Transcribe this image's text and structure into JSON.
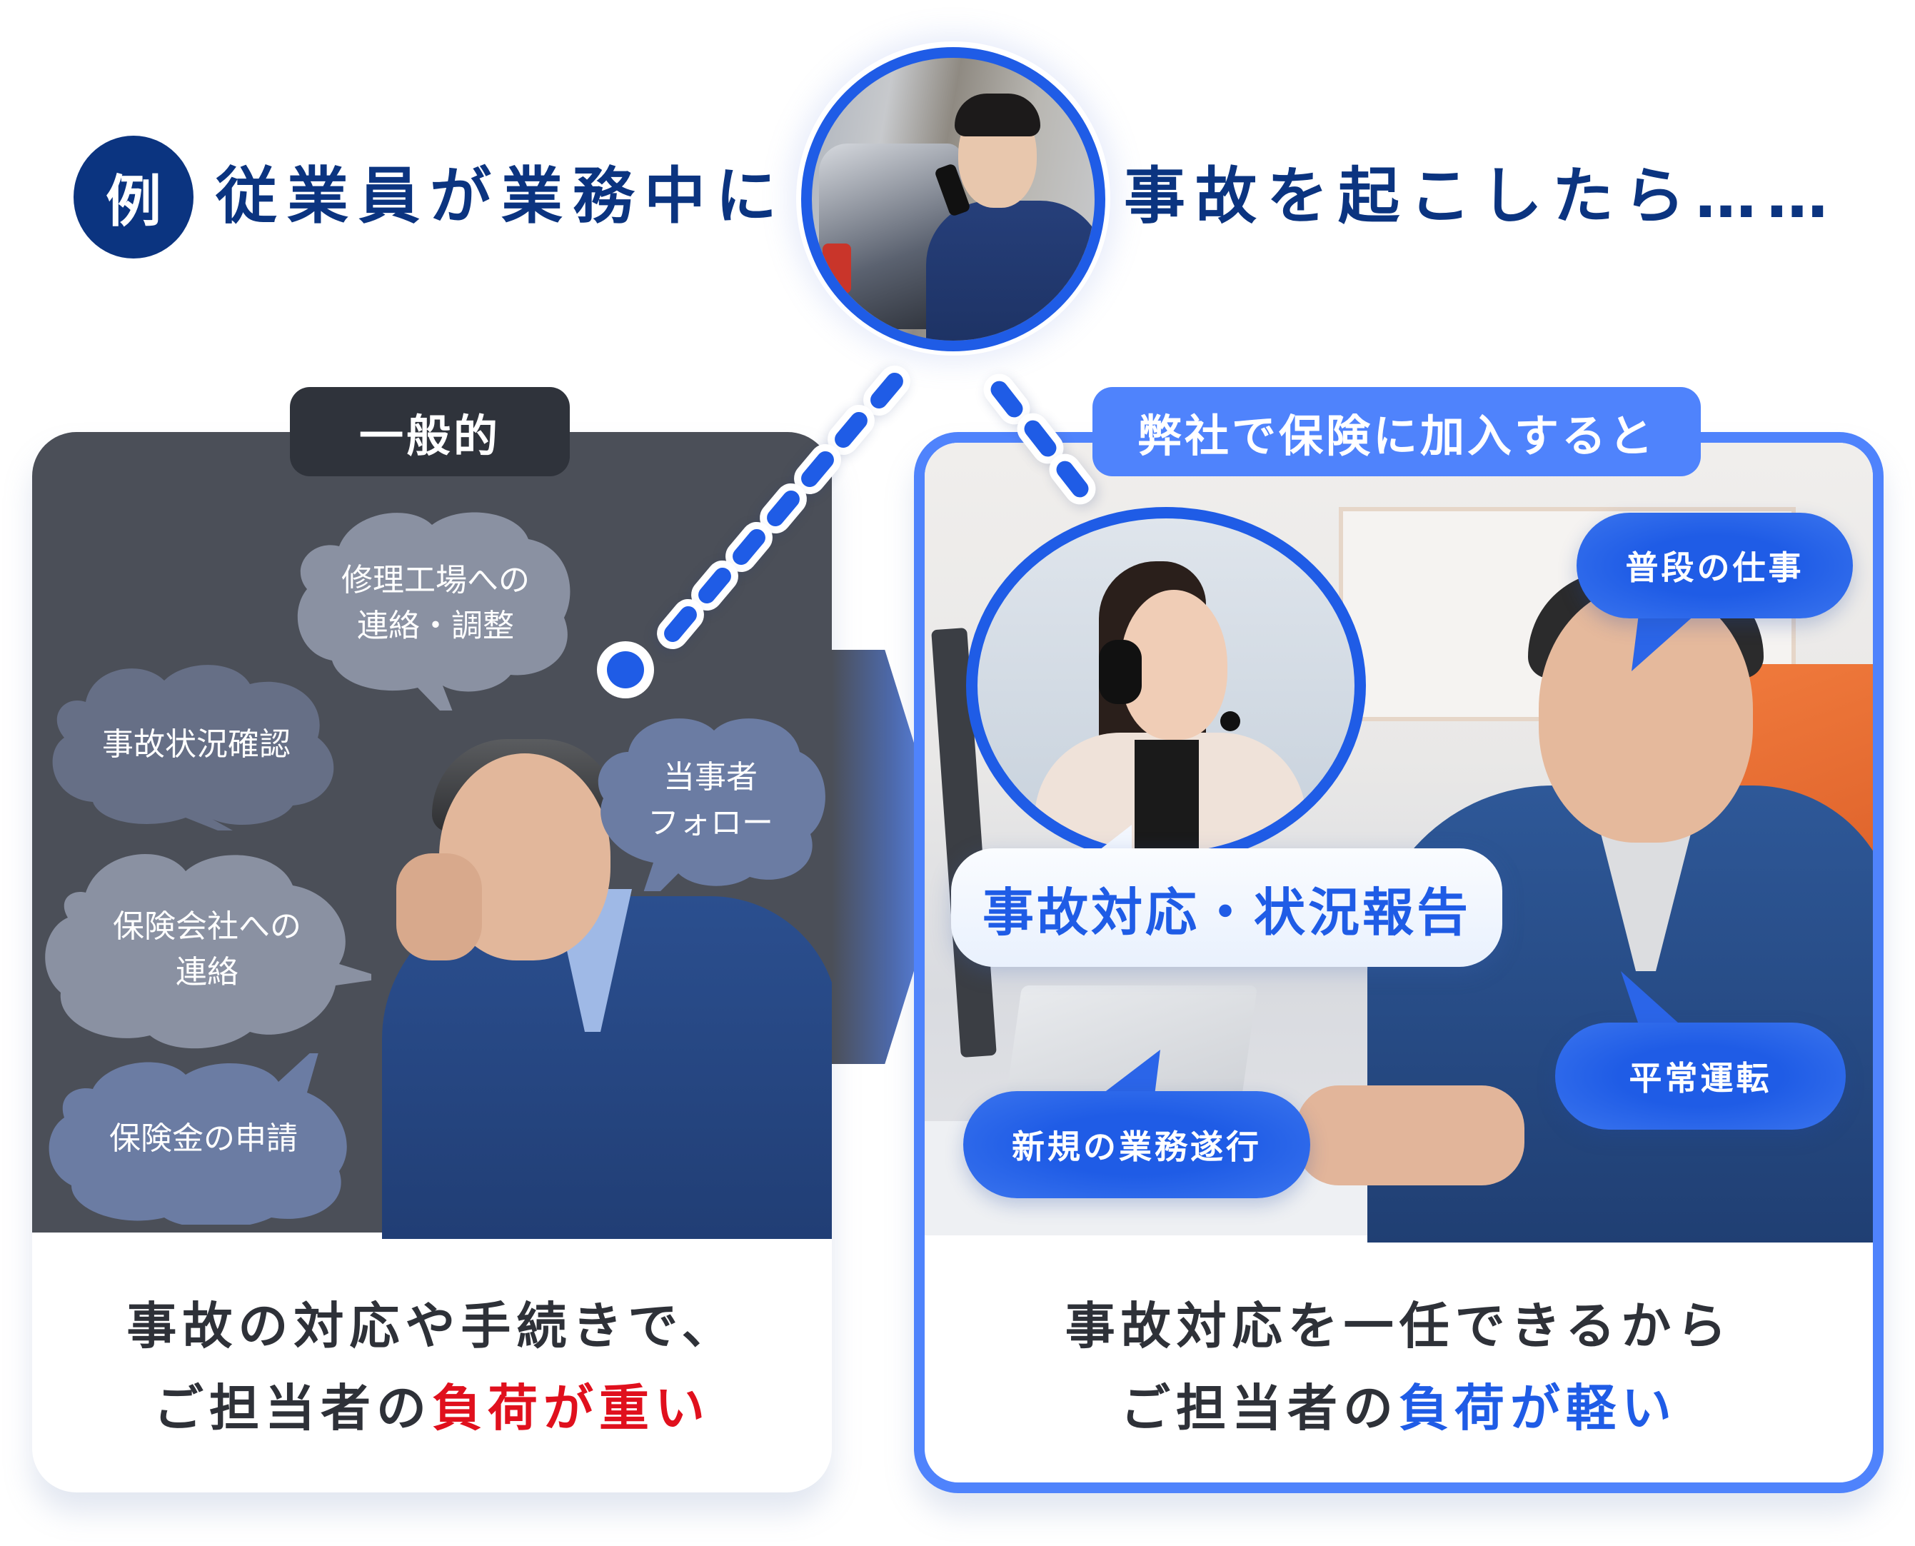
{
  "heading": {
    "badge": "例",
    "left_text": "従業員が業務中に",
    "right_text": "事故を起こしたら……"
  },
  "colors": {
    "navy": "#0b3480",
    "accent_blue": "#1f5ce6",
    "tab_blue": "#4f83fc",
    "panel_dark": "#4b4f58",
    "tab_dark": "#2f333b",
    "caption_text": "#2e3138",
    "emphasis_red": "#e0101d"
  },
  "left_panel": {
    "tab_label": "一般的",
    "clouds": [
      {
        "label": "修理工場への\n連絡・調整",
        "color": "#8a91a2"
      },
      {
        "label": "事故状況確認",
        "color": "#666f86"
      },
      {
        "label": "当事者\nフォロー",
        "color": "#6b7ca3"
      },
      {
        "label": "保険会社への\n連絡",
        "color": "#8a91a2"
      },
      {
        "label": "保険金の申請",
        "color": "#6b7ca3"
      }
    ],
    "caption": {
      "line1": "事故の対応や手続きで、",
      "line2_prefix": "ご担当者の",
      "line2_emphasis": "負荷が重い"
    }
  },
  "right_panel": {
    "tab_label": "弊社で保険に加入すると",
    "bubbles": {
      "agent": "事故対応・状況報告",
      "daily_work": "普段の仕事",
      "new_tasks": "新規の業務遂行",
      "normal_ops": "平常運転"
    },
    "caption": {
      "line1": "事故対応を一任できるから",
      "line2_prefix": "ご担当者の",
      "line2_emphasis": "負荷が軽い"
    }
  }
}
